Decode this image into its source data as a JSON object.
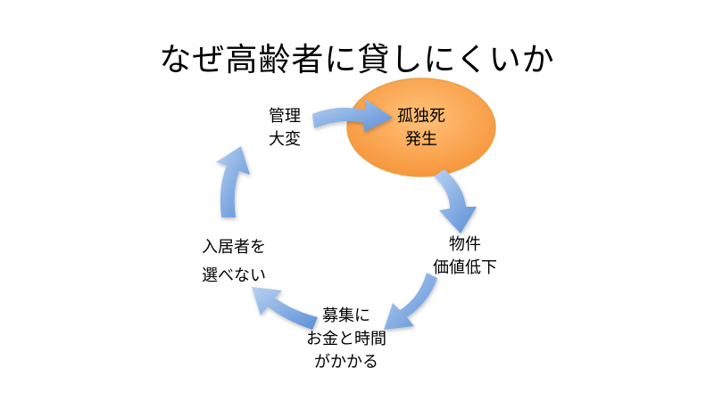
{
  "title": "なぜ高齢者に貸しにくいか",
  "nodes": {
    "management": {
      "line1": "管理",
      "line2": "大変"
    },
    "lonely_death": {
      "line1": "孤独死",
      "line2": "発生"
    },
    "property_value": {
      "line1": "物件",
      "line2": "価値低下"
    },
    "recruit_cost": {
      "line1": "募集に",
      "line2": "お金と時間",
      "line3": "がかかる"
    },
    "tenant_choice": {
      "line1": "入居者を",
      "line2": "選べない"
    }
  },
  "colors": {
    "arrow_blue_light": "#a9c7ec",
    "arrow_blue_dark": "#5b8fd6",
    "highlight_orange_light": "#ffc27a",
    "highlight_orange_dark": "#f7963c",
    "highlight_border": "#e8a04a"
  }
}
